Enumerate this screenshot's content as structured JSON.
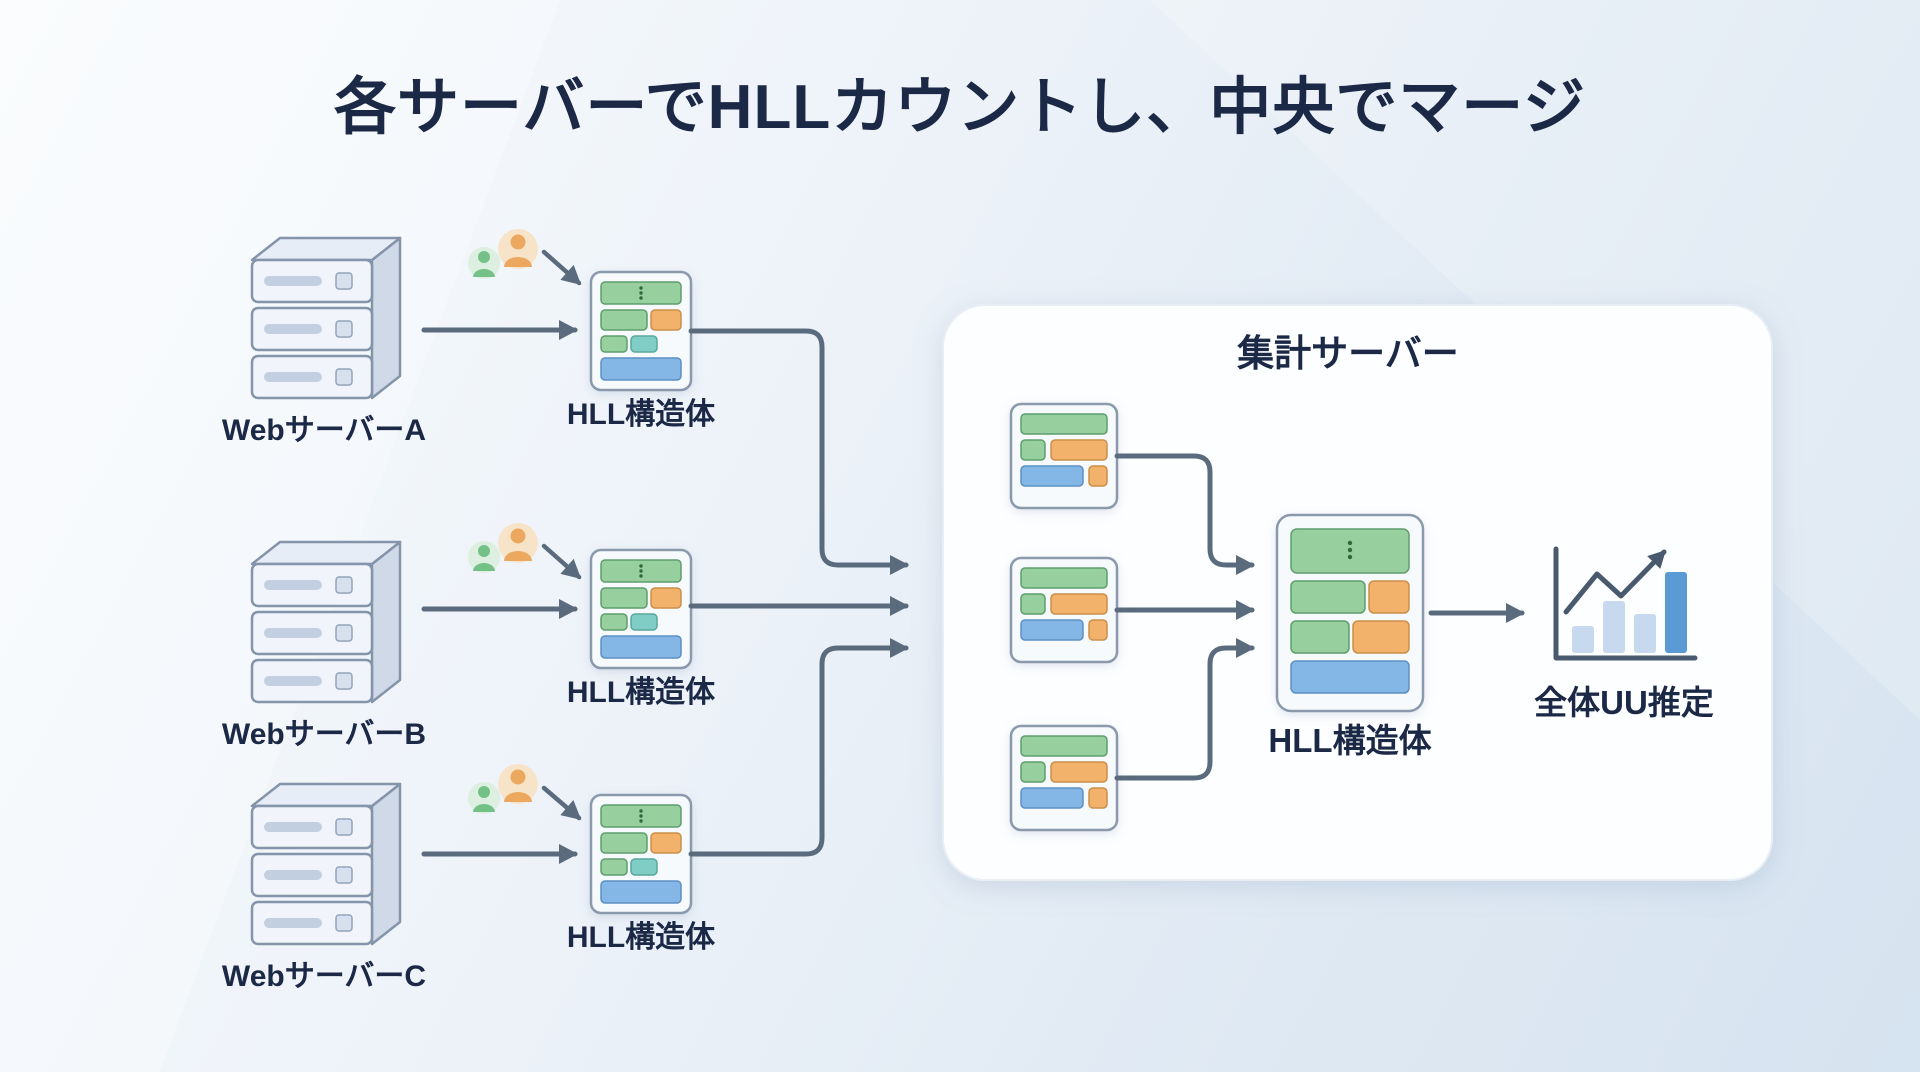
{
  "title": "各サーバーでHLLカウントし、中央でマージ",
  "web_servers": [
    {
      "label": "WebサーバーA"
    },
    {
      "label": "WebサーバーB"
    },
    {
      "label": "WebサーバーC"
    }
  ],
  "hll_structure_label": "HLL構造体",
  "aggregation_server": {
    "title": "集計サーバー",
    "merged_hll_label": "HLL構造体",
    "estimate_label": "全体UU推定"
  },
  "colors": {
    "title_text": "#1c2946",
    "connector": "#5b6b7e",
    "hll_green": "#97cf9f",
    "hll_orange": "#f2b26b",
    "hll_blue": "#85b7e6",
    "hll_teal": "#7fcdc4",
    "panel_bg": "#fdfeff",
    "chart_bar": "#5b9bd5"
  }
}
